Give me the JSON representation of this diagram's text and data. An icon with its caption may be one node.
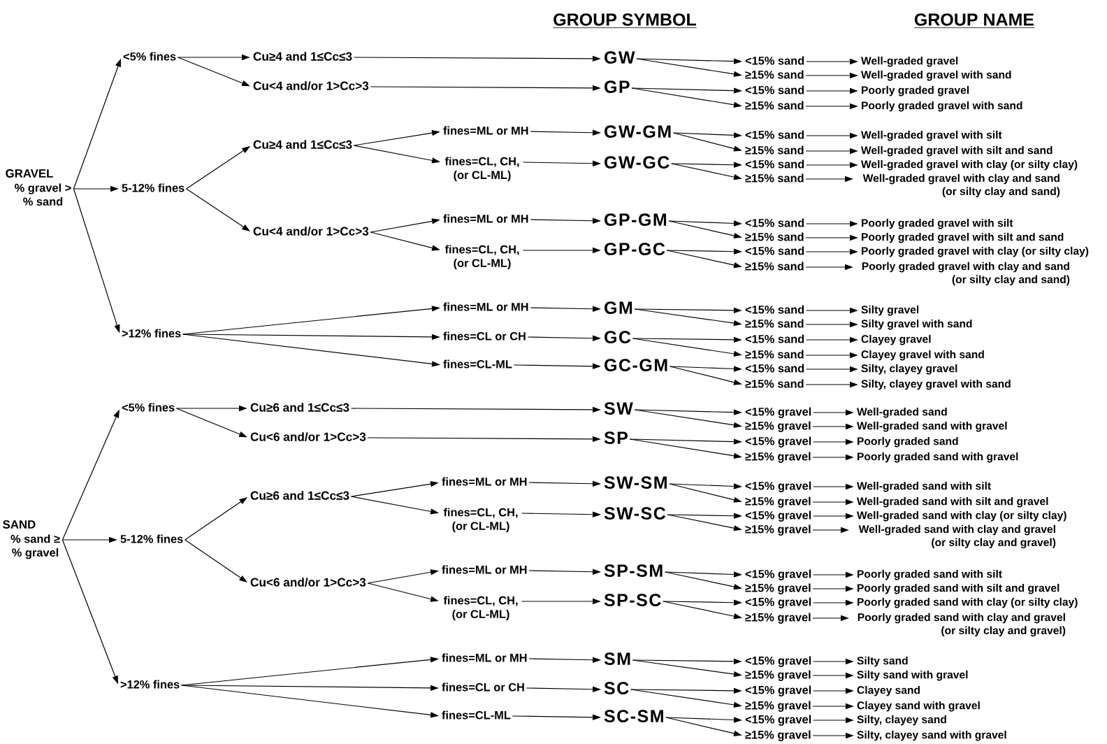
{
  "diagram": {
    "nodes": [
      {
        "text": [
          "GRAVEL",
          "% gravel > % sand"
        ]
      },
      {
        "text": [
          "<5% fines"
        ]
      },
      {
        "text": [
          "Cu≥4 and 1≤Cc≤3"
        ]
      },
      {
        "text": [
          "GW"
        ]
      },
      {
        "text": [
          "<15% sand"
        ]
      },
      {
        "text": [
          "Well-graded gravel"
        ]
      },
      {
        "text": [
          "≥15% sand"
        ]
      },
      {
        "text": [
          "Well-graded gravel with sand"
        ]
      },
      {
        "text": [
          "Cu<4 and/or 1>Cc>3"
        ]
      },
      {
        "text": [
          "GP"
        ]
      },
      {
        "text": [
          "<15% sand"
        ]
      },
      {
        "text": [
          "Poorly graded gravel"
        ]
      },
      {
        "text": [
          "≥15% sand"
        ]
      },
      {
        "text": [
          "Poorly graded gravel with sand"
        ]
      },
      {
        "text": [
          "5-12% fines"
        ]
      },
      {
        "text": [
          "Cu≥4 and 1≤Cc≤3"
        ]
      },
      {
        "text": [
          "fines=ML or MH"
        ]
      },
      {
        "text": [
          "GW-GM"
        ]
      },
      {
        "text": [
          "<15% sand"
        ]
      },
      {
        "text": [
          "Well-graded gravel with silt"
        ]
      },
      {
        "text": [
          "≥15% sand"
        ]
      },
      {
        "text": [
          "Well-graded gravel with silt and sand"
        ]
      },
      {
        "text": [
          "fines=CL, CH, (or CL-ML)"
        ]
      },
      {
        "text": [
          "GW-GC"
        ]
      },
      {
        "text": [
          "<15% sand"
        ]
      },
      {
        "text": [
          "Well-graded gravel with clay (or silty clay)"
        ]
      },
      {
        "text": [
          "≥15% sand"
        ]
      },
      {
        "text": [
          "Well-graded gravel with clay and sand (or silty clay and sand)"
        ]
      },
      {
        "text": [
          "Cu<4 and/or 1>Cc>3"
        ]
      },
      {
        "text": [
          "fines=ML or MH"
        ]
      },
      {
        "text": [
          "GP-GM"
        ]
      },
      {
        "text": [
          "<15% sand"
        ]
      },
      {
        "text": [
          "Poorly graded gravel with silt"
        ]
      },
      {
        "text": [
          "≥15% sand"
        ]
      },
      {
        "text": [
          "Poorly graded gravel with silt and sand"
        ]
      },
      {
        "text": [
          "fines=CL, CH, (or CL-ML)"
        ]
      },
      {
        "text": [
          "GP-GC"
        ]
      },
      {
        "text": [
          "<15% sand"
        ]
      },
      {
        "text": [
          "Poorly graded gravel with clay (or silty clay)"
        ]
      },
      {
        "text": [
          "≥15% sand"
        ]
      },
      {
        "text": [
          "Poorly graded gravel with clay and sand (or silty clay and sand)"
        ]
      },
      {
        "text": [
          ">12% fines"
        ]
      },
      {
        "text": [
          "fines=ML or MH"
        ]
      },
      {
        "text": [
          "GM"
        ]
      },
      {
        "text": [
          "<15% sand"
        ]
      },
      {
        "text": [
          "Silty gravel"
        ]
      },
      {
        "text": [
          "≥15% sand"
        ]
      },
      {
        "text": [
          "Silty gravel with sand"
        ]
      },
      {
        "text": [
          "fines=CL or CH"
        ]
      },
      {
        "text": [
          "GC"
        ]
      },
      {
        "text": [
          "<15% sand"
        ]
      },
      {
        "text": [
          "Clayey gravel"
        ]
      },
      {
        "text": [
          "≥15% sand"
        ]
      },
      {
        "text": [
          "Clayey gravel with sand"
        ]
      },
      {
        "text": [
          "fines=CL-ML"
        ]
      },
      {
        "text": [
          "GC-GM"
        ]
      },
      {
        "text": [
          "<15% sand"
        ]
      },
      {
        "text": [
          "Silty, clayey gravel"
        ]
      },
      {
        "text": [
          "≥15% sand"
        ]
      },
      {
        "text": [
          "Silty, clayey gravel with sand"
        ]
      },
      {
        "text": [
          "SAND",
          "% sand ≥ % gravel"
        ]
      },
      {
        "text": [
          "<5% fines"
        ]
      },
      {
        "text": [
          "Cu≥6 and 1≤Cc≤3"
        ]
      },
      {
        "text": [
          "SW"
        ]
      },
      {
        "text": [
          "<15% gravel"
        ]
      },
      {
        "text": [
          "Well-graded sand"
        ]
      },
      {
        "text": [
          "≥15% gravel"
        ]
      },
      {
        "text": [
          "Well-graded sand with gravel"
        ]
      },
      {
        "text": [
          "Cu<6 and/or 1>Cc>3"
        ]
      },
      {
        "text": [
          "SP"
        ]
      },
      {
        "text": [
          "<15% gravel"
        ]
      },
      {
        "text": [
          "Poorly graded sand"
        ]
      },
      {
        "text": [
          "≥15% gravel"
        ]
      },
      {
        "text": [
          "Poorly graded sand with gravel"
        ]
      },
      {
        "text": [
          "5-12% fines"
        ]
      },
      {
        "text": [
          "Cu≥6 and 1≤Cc≤3"
        ]
      },
      {
        "text": [
          "fines=ML or MH"
        ]
      },
      {
        "text": [
          "SW-SM"
        ]
      },
      {
        "text": [
          "<15% gravel"
        ]
      },
      {
        "text": [
          "Well-graded sand with silt"
        ]
      },
      {
        "text": [
          "≥15% gravel"
        ]
      },
      {
        "text": [
          "Well-graded sand with silt and gravel"
        ]
      },
      {
        "text": [
          "fines=CL, CH, (or CL-ML)"
        ]
      },
      {
        "text": [
          "SW-SC"
        ]
      },
      {
        "text": [
          "<15% gravel"
        ]
      },
      {
        "text": [
          "Well-graded sand with clay (or silty clay)"
        ]
      },
      {
        "text": [
          "≥15% gravel"
        ]
      },
      {
        "text": [
          "Well-graded sand with clay and gravel (or silty clay and gravel)"
        ]
      },
      {
        "text": [
          "Cu<6 and/or 1>Cc>3"
        ]
      },
      {
        "text": [
          "fines=ML or MH"
        ]
      },
      {
        "text": [
          "SP-SM"
        ]
      },
      {
        "text": [
          "<15% gravel"
        ]
      },
      {
        "text": [
          "Poorly graded sand with silt"
        ]
      },
      {
        "text": [
          "≥15% gravel"
        ]
      },
      {
        "text": [
          "Poorly graded sand with silt and gravel"
        ]
      },
      {
        "text": [
          "fines=CL, CH, (or CL-ML)"
        ]
      },
      {
        "text": [
          "SP-SC"
        ]
      },
      {
        "text": [
          "<15% gravel"
        ]
      },
      {
        "text": [
          "Poorly graded sand with clay (or silty clay)"
        ]
      },
      {
        "text": [
          "≥15% gravel"
        ]
      },
      {
        "text": [
          "Poorly graded sand with clay and gravel (or silty clay and gravel)"
        ]
      },
      {
        "text": [
          ">12% fines"
        ]
      },
      {
        "text": [
          "fines=ML or MH"
        ]
      },
      {
        "text": [
          "SM"
        ]
      },
      {
        "text": [
          "<15% gravel"
        ]
      },
      {
        "text": [
          "Silty sand"
        ]
      },
      {
        "text": [
          "≥15% gravel"
        ]
      },
      {
        "text": [
          "Silty sand with gravel"
        ]
      },
      {
        "text": [
          "fines=CL or CH"
        ]
      },
      {
        "text": [
          "SC"
        ]
      },
      {
        "text": [
          "<15% gravel"
        ]
      },
      {
        "text": [
          "Clayey sand"
        ]
      },
      {
        "text": [
          "≥15% gravel"
        ]
      },
      {
        "text": [
          "Clayey sand with gravel"
        ]
      },
      {
        "text": [
          "fines=CL-ML"
        ]
      },
      {
        "text": [
          "SC-SM"
        ]
      },
      {
        "text": [
          "<15% gravel"
        ]
      },
      {
        "text": [
          "Silty, clayey sand"
        ]
      },
      {
        "text": [
          "≥15% gravel"
        ]
      },
      {
        "text": [
          "Silty, clayey sand with gravel"
        ]
      }
    ],
    "edges": [
      {
        "from": 0,
        "to": 1,
        "arrow": "to"
      },
      {
        "from": 1,
        "to": 2,
        "arrow": "to"
      },
      {
        "from": 2,
        "to": 3,
        "arrow": "to"
      },
      {
        "from": 3,
        "to": 4,
        "arrow": "to"
      },
      {
        "from": 4,
        "to": 5,
        "arrow": "to"
      },
      {
        "from": 3,
        "to": 6,
        "arrow": "to"
      },
      {
        "from": 6,
        "to": 7,
        "arrow": "to"
      },
      {
        "from": 1,
        "to": 8,
        "arrow": "to"
      },
      {
        "from": 8,
        "to": 9,
        "arrow": "to"
      },
      {
        "from": 9,
        "to": 10,
        "arrow": "to"
      },
      {
        "from": 10,
        "to": 11,
        "arrow": "to"
      },
      {
        "from": 9,
        "to": 12,
        "arrow": "to"
      },
      {
        "from": 12,
        "to": 13,
        "arrow": "to"
      },
      {
        "from": 0,
        "to": 14,
        "arrow": "to"
      },
      {
        "from": 14,
        "to": 15,
        "arrow": "to"
      },
      {
        "from": 15,
        "to": 16,
        "arrow": "to"
      },
      {
        "from": 16,
        "to": 17,
        "arrow": "to"
      },
      {
        "from": 17,
        "to": 18,
        "arrow": "to"
      },
      {
        "from": 18,
        "to": 19,
        "arrow": "to"
      },
      {
        "from": 17,
        "to": 20,
        "arrow": "to"
      },
      {
        "from": 20,
        "to": 21,
        "arrow": "to"
      },
      {
        "from": 15,
        "to": 22,
        "arrow": "to"
      },
      {
        "from": 22,
        "to": 23,
        "arrow": "to"
      },
      {
        "from": 23,
        "to": 24,
        "arrow": "to"
      },
      {
        "from": 24,
        "to": 25,
        "arrow": "to"
      },
      {
        "from": 23,
        "to": 26,
        "arrow": "to"
      },
      {
        "from": 26,
        "to": 27,
        "arrow": "to"
      },
      {
        "from": 14,
        "to": 28,
        "arrow": "to"
      },
      {
        "from": 28,
        "to": 29,
        "arrow": "to"
      },
      {
        "from": 29,
        "to": 30,
        "arrow": "to"
      },
      {
        "from": 30,
        "to": 31,
        "arrow": "to"
      },
      {
        "from": 31,
        "to": 32,
        "arrow": "to"
      },
      {
        "from": 30,
        "to": 33,
        "arrow": "to"
      },
      {
        "from": 33,
        "to": 34,
        "arrow": "to"
      },
      {
        "from": 28,
        "to": 35,
        "arrow": "to"
      },
      {
        "from": 35,
        "to": 36,
        "arrow": "to"
      },
      {
        "from": 36,
        "to": 37,
        "arrow": "to"
      },
      {
        "from": 37,
        "to": 38,
        "arrow": "to"
      },
      {
        "from": 36,
        "to": 39,
        "arrow": "to"
      },
      {
        "from": 39,
        "to": 40,
        "arrow": "to"
      },
      {
        "from": 0,
        "to": 41,
        "arrow": "to"
      },
      {
        "from": 41,
        "to": 42,
        "arrow": "to"
      },
      {
        "from": 42,
        "to": 43,
        "arrow": "to"
      },
      {
        "from": 43,
        "to": 44,
        "arrow": "to"
      },
      {
        "from": 44,
        "to": 45,
        "arrow": "to"
      },
      {
        "from": 43,
        "to": 46,
        "arrow": "to"
      },
      {
        "from": 46,
        "to": 47,
        "arrow": "to"
      },
      {
        "from": 41,
        "to": 48,
        "arrow": "to"
      },
      {
        "from": 48,
        "to": 49,
        "arrow": "to"
      },
      {
        "from": 49,
        "to": 50,
        "arrow": "to"
      },
      {
        "from": 50,
        "to": 51,
        "arrow": "to"
      },
      {
        "from": 49,
        "to": 52,
        "arrow": "to"
      },
      {
        "from": 52,
        "to": 53,
        "arrow": "to"
      },
      {
        "from": 41,
        "to": 54,
        "arrow": "to"
      },
      {
        "from": 54,
        "to": 55,
        "arrow": "to"
      },
      {
        "from": 55,
        "to": 56,
        "arrow": "to"
      },
      {
        "from": 56,
        "to": 57,
        "arrow": "to"
      },
      {
        "from": 55,
        "to": 58,
        "arrow": "to"
      },
      {
        "from": 58,
        "to": 59,
        "arrow": "to"
      },
      {
        "from": 60,
        "to": 61,
        "arrow": "to"
      },
      {
        "from": 61,
        "to": 62,
        "arrow": "to"
      },
      {
        "from": 62,
        "to": 63,
        "arrow": "to"
      },
      {
        "from": 63,
        "to": 64,
        "arrow": "to"
      },
      {
        "from": 64,
        "to": 65,
        "arrow": "to"
      },
      {
        "from": 63,
        "to": 66,
        "arrow": "to"
      },
      {
        "from": 66,
        "to": 67,
        "arrow": "to"
      },
      {
        "from": 61,
        "to": 68,
        "arrow": "to"
      },
      {
        "from": 68,
        "to": 69,
        "arrow": "to"
      },
      {
        "from": 69,
        "to": 70,
        "arrow": "to"
      },
      {
        "from": 70,
        "to": 71,
        "arrow": "to"
      },
      {
        "from": 69,
        "to": 72,
        "arrow": "to"
      },
      {
        "from": 72,
        "to": 73,
        "arrow": "to"
      },
      {
        "from": 60,
        "to": 74,
        "arrow": "to"
      },
      {
        "from": 74,
        "to": 75,
        "arrow": "to"
      },
      {
        "from": 75,
        "to": 76,
        "arrow": "to"
      },
      {
        "from": 76,
        "to": 77,
        "arrow": "to"
      },
      {
        "from": 77,
        "to": 78,
        "arrow": "to"
      },
      {
        "from": 78,
        "to": 79,
        "arrow": "to"
      },
      {
        "from": 77,
        "to": 80,
        "arrow": "to"
      },
      {
        "from": 80,
        "to": 81,
        "arrow": "to"
      },
      {
        "from": 75,
        "to": 82,
        "arrow": "to"
      },
      {
        "from": 82,
        "to": 83,
        "arrow": "to"
      },
      {
        "from": 83,
        "to": 84,
        "arrow": "to"
      },
      {
        "from": 84,
        "to": 85,
        "arrow": "to"
      },
      {
        "from": 83,
        "to": 86,
        "arrow": "to"
      },
      {
        "from": 86,
        "to": 87,
        "arrow": "to"
      },
      {
        "from": 74,
        "to": 88,
        "arrow": "to"
      },
      {
        "from": 88,
        "to": 89,
        "arrow": "to"
      },
      {
        "from": 89,
        "to": 90,
        "arrow": "to"
      },
      {
        "from": 90,
        "to": 91,
        "arrow": "to"
      },
      {
        "from": 91,
        "to": 92,
        "arrow": "to"
      },
      {
        "from": 90,
        "to": 93,
        "arrow": "to"
      },
      {
        "from": 93,
        "to": 94,
        "arrow": "to"
      },
      {
        "from": 88,
        "to": 95,
        "arrow": "to"
      },
      {
        "from": 95,
        "to": 96,
        "arrow": "to"
      },
      {
        "from": 96,
        "to": 97,
        "arrow": "to"
      },
      {
        "from": 97,
        "to": 98,
        "arrow": "to"
      },
      {
        "from": 96,
        "to": 99,
        "arrow": "to"
      },
      {
        "from": 99,
        "to": 100,
        "arrow": "to"
      },
      {
        "from": 60,
        "to": 101,
        "arrow": "to"
      },
      {
        "from": 101,
        "to": 102,
        "arrow": "to"
      },
      {
        "from": 102,
        "to": 103,
        "arrow": "to"
      },
      {
        "from": 103,
        "to": 104,
        "arrow": "to"
      },
      {
        "from": 104,
        "to": 105,
        "arrow": "to"
      },
      {
        "from": 103,
        "to": 106,
        "arrow": "to"
      },
      {
        "from": 106,
        "to": 107,
        "arrow": "to"
      },
      {
        "from": 101,
        "to": 108,
        "arrow": "to"
      },
      {
        "from": 108,
        "to": 109,
        "arrow": "to"
      },
      {
        "from": 109,
        "to": 110,
        "arrow": "to"
      },
      {
        "from": 110,
        "to": 111,
        "arrow": "to"
      },
      {
        "from": 109,
        "to": 112,
        "arrow": "to"
      },
      {
        "from": 112,
        "to": 113,
        "arrow": "to"
      },
      {
        "from": 101,
        "to": 114,
        "arrow": "to"
      },
      {
        "from": 114,
        "to": 115,
        "arrow": "to"
      },
      {
        "from": 115,
        "to": 116,
        "arrow": "to"
      },
      {
        "from": 116,
        "to": 117,
        "arrow": "to"
      },
      {
        "from": 115,
        "to": 118,
        "arrow": "to"
      },
      {
        "from": 118,
        "to": 119,
        "arrow": "to"
      }
    ],
    "labels": [
      "GROUP SYMBOL",
      "GROUP NAME"
    ]
  }
}
